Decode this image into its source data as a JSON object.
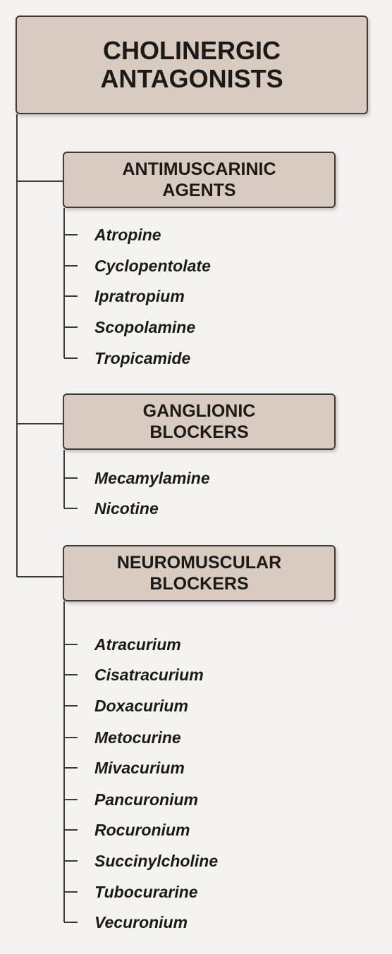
{
  "title": {
    "line1": "CHOLINERGIC",
    "line2": "ANTAGONISTS"
  },
  "categories": [
    {
      "line1": "ANTIMUSCARINIC",
      "line2": "AGENTS",
      "drugs": [
        "Atropine",
        "Cyclopentolate",
        "Ipratropium",
        "Scopolamine",
        "Tropicamide"
      ]
    },
    {
      "line1": "GANGLIONIC",
      "line2": "BLOCKERS",
      "drugs": [
        "Mecamylamine",
        "Nicotine"
      ]
    },
    {
      "line1": "NEUROMUSCULAR",
      "line2": "BLOCKERS",
      "drugs": [
        "Atracurium",
        "Cisatracurium",
        "Doxacurium",
        "Metocurine",
        "Mivacurium",
        "Pancuronium",
        "Rocuronium",
        "Succinylcholine",
        "Tubocurarine",
        "Vecuronium"
      ]
    }
  ],
  "colors": {
    "box_fill": "#d9cbc0",
    "box_border": "#3e3a38",
    "line": "#3e3a38",
    "text": "#1c1a19",
    "background": "#f4f3f1"
  }
}
